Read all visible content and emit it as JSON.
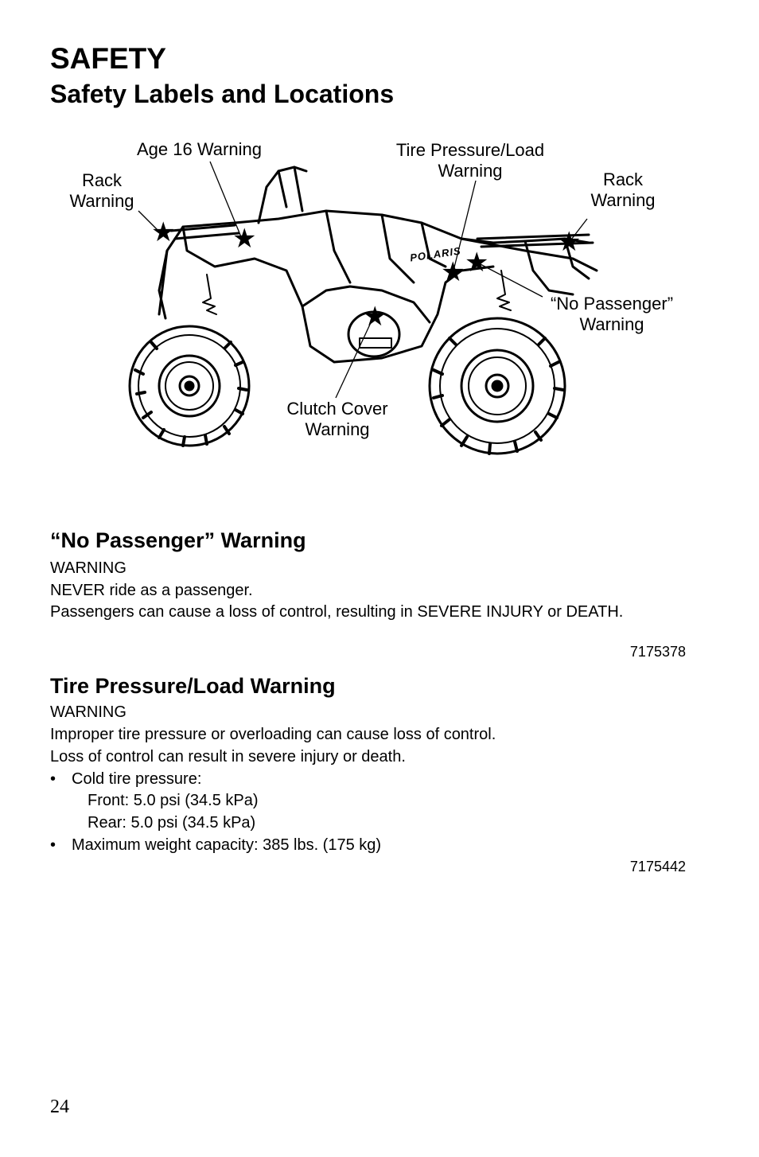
{
  "header": {
    "title": "SAFETY",
    "subtitle": "Safety Labels and Locations"
  },
  "figure": {
    "callouts": {
      "age16": "Age 16 Warning",
      "tire_line1": "Tire Pressure/Load",
      "tire_line2": "Warning",
      "rack_left_line1": "Rack",
      "rack_left_line2": "Warning",
      "rack_right_line1": "Rack",
      "rack_right_line2": "Warning",
      "no_passenger_line1": "“No Passenger”",
      "no_passenger_line2": "Warning",
      "clutch_line1": "Clutch Cover",
      "clutch_line2": "Warning"
    },
    "brand_decal": "POLARIS",
    "marker_icon": "star-icon"
  },
  "sections": {
    "no_passenger": {
      "heading": "“No Passenger” Warning",
      "label": "WARNING",
      "line1": "NEVER ride as a passenger.",
      "line2": "Passengers can cause a loss of control, resulting in SEVERE INJURY or DEATH.",
      "code": "7175378"
    },
    "tire_pressure": {
      "heading": "Tire Pressure/Load Warning",
      "label": "WARNING",
      "line1": "Improper tire pressure or overloading can cause loss of control.",
      "line2": "Loss of control can result in severe injury or death.",
      "bullet1": "Cold tire pressure:",
      "front": "Front: 5.0 psi (34.5 kPa)",
      "rear": "Rear: 5.0 psi (34.5 kPa)",
      "bullet2": "Maximum weight capacity: 385 lbs. (175 kg)",
      "bullet_char": "•",
      "code": "7175442"
    }
  },
  "footer": {
    "page_number": "24"
  }
}
